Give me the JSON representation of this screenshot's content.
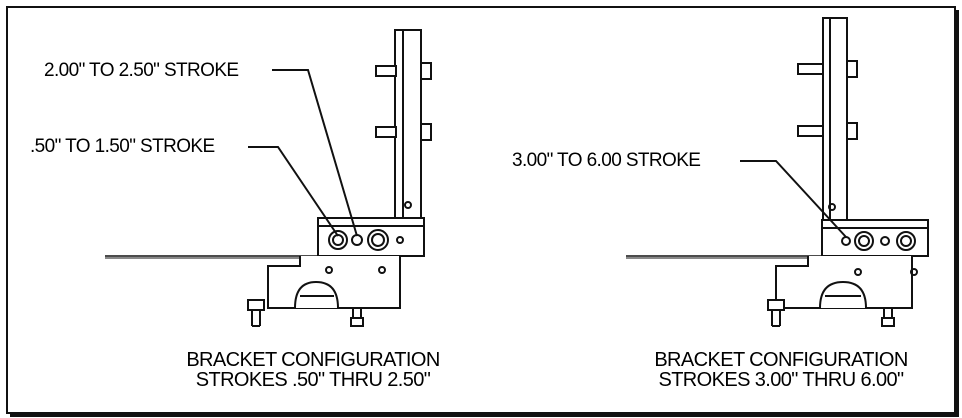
{
  "left_config": {
    "callout_upper": "2.00\" TO 2.50\" STROKE",
    "callout_lower": ".50\" TO 1.50\" STROKE",
    "caption_line1": "BRACKET CONFIGURATION",
    "caption_line2": "STROKES .50\" THRU 2.50\""
  },
  "right_config": {
    "callout": "3.00\" TO 6.00 STROKE",
    "caption_line1": "BRACKET CONFIGURATION",
    "caption_line2": "STROKES 3.00\" THRU 6.00\""
  }
}
